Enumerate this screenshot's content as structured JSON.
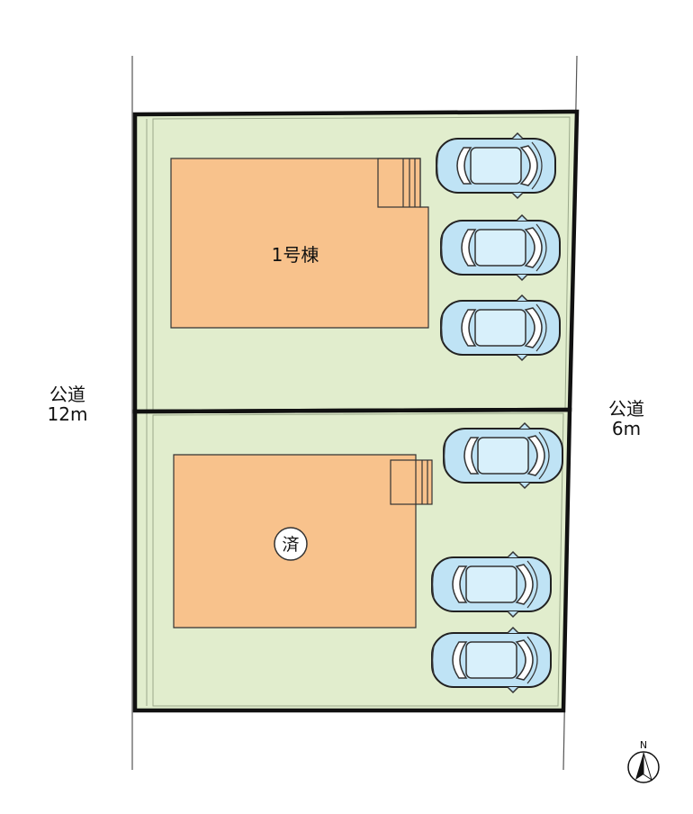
{
  "buildings": {
    "building_1_label": "1号棟",
    "building_2_label": "済"
  },
  "roads": {
    "west": {
      "name": "公道",
      "width": "12m"
    },
    "east": {
      "name": "公道",
      "width": "6m"
    }
  },
  "compass": {
    "label": "N"
  },
  "parking": {
    "lot_1_cars": 3,
    "lot_2_cars": 3
  },
  "colors": {
    "site_green": "#e1edcd",
    "building_orange": "#f8c28c",
    "car_body": "#bfe3f5",
    "outline": "#111111"
  }
}
